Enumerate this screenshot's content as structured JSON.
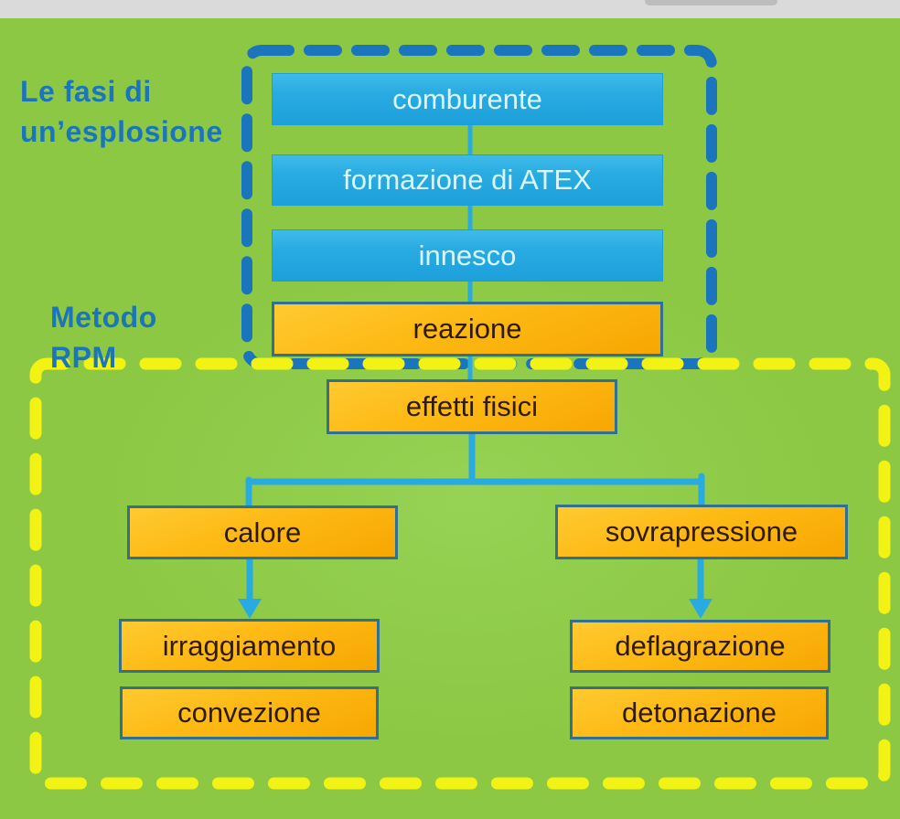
{
  "titles": {
    "phases": {
      "line1": "Le fasi di",
      "line2": "un’esplosione"
    },
    "method": {
      "line1": "Metodo",
      "line2": "RPM"
    }
  },
  "flowchart": {
    "nodes": [
      {
        "id": "comburente",
        "label": "comburente",
        "style": "blue"
      },
      {
        "id": "formazione",
        "label": "formazione di ATEX",
        "style": "blue"
      },
      {
        "id": "innesco",
        "label": "innesco",
        "style": "blue"
      },
      {
        "id": "reazione",
        "label": "reazione",
        "style": "orange"
      },
      {
        "id": "effetti-fisici",
        "label": "effetti fisici",
        "style": "orange"
      },
      {
        "id": "calore",
        "label": "calore",
        "style": "orange"
      },
      {
        "id": "sovrapressione",
        "label": "sovrapressione",
        "style": "orange"
      },
      {
        "id": "irraggiamento",
        "label": "irraggiamento",
        "style": "orange"
      },
      {
        "id": "convezione",
        "label": "convezione",
        "style": "orange"
      },
      {
        "id": "deflagrazione",
        "label": "deflagrazione",
        "style": "orange"
      },
      {
        "id": "detonazione",
        "label": "detonazione",
        "style": "orange"
      }
    ],
    "groups": [
      {
        "id": "phases-group",
        "border_style": "dashed",
        "border_color": "#1b75bc"
      },
      {
        "id": "rpm-group",
        "border_style": "dashed",
        "border_color": "#f2f214"
      }
    ]
  },
  "colors": {
    "background_green": "#8cc843",
    "blue_node": "#29abe2",
    "orange_node": "#fdb813",
    "orange_node_border": "#31718f",
    "title_blue": "#1b75bc",
    "connector_cyan": "#29abe2",
    "dash_blue": "#1b75bc",
    "dash_yellow": "#f2f214",
    "topbar_gray": "#dadada"
  }
}
